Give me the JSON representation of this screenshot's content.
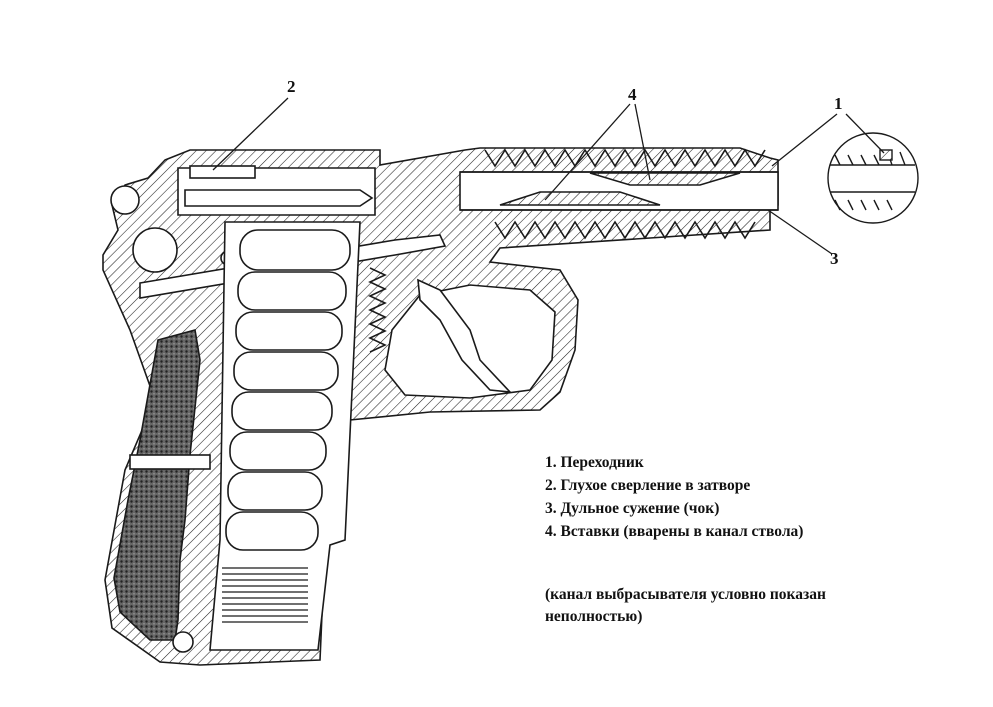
{
  "callouts": {
    "c1": "1",
    "c2": "2",
    "c3": "3",
    "c4": "4"
  },
  "legend": [
    "1. Переходник",
    "2. Глухое сверление в затворе",
    "3. Дульное сужение (чок)",
    "4. Вставки (вварены в канал ствола)"
  ],
  "note": "(канал выбрасывателя условно показан неполностью)",
  "colors": {
    "line": "#1a1a1a",
    "background": "#ffffff"
  }
}
